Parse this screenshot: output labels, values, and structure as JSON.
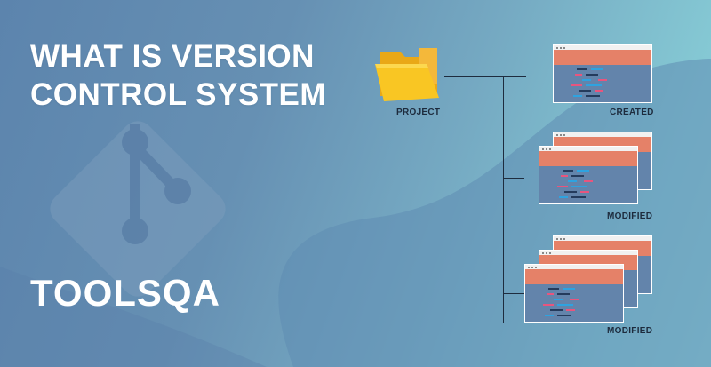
{
  "banner": {
    "title_line1": "WHAT IS VERSION",
    "title_line2": "CONTROL SYSTEM",
    "logo_text": "TOOLSQA"
  },
  "diagram": {
    "root_label": "PROJECT",
    "branches": [
      {
        "label": "CREATED",
        "stack": 1
      },
      {
        "label": "MODIFIED",
        "stack": 2
      },
      {
        "label": "MODIFIED",
        "stack": 3
      }
    ]
  },
  "icons": {
    "background_mark": "git-logo-icon",
    "root": "folder-icon",
    "windows": "code-window-icon"
  },
  "colors": {
    "bg_left": "#5c84ad",
    "bg_right": "#8fd3da",
    "folder": "#f9c623",
    "window_header": "#e58168",
    "window_body": "#6384ab",
    "code_dark": "#243b5c",
    "code_blue": "#2ea3e0",
    "code_pink": "#e8557e",
    "line": "#1e2c3e"
  }
}
